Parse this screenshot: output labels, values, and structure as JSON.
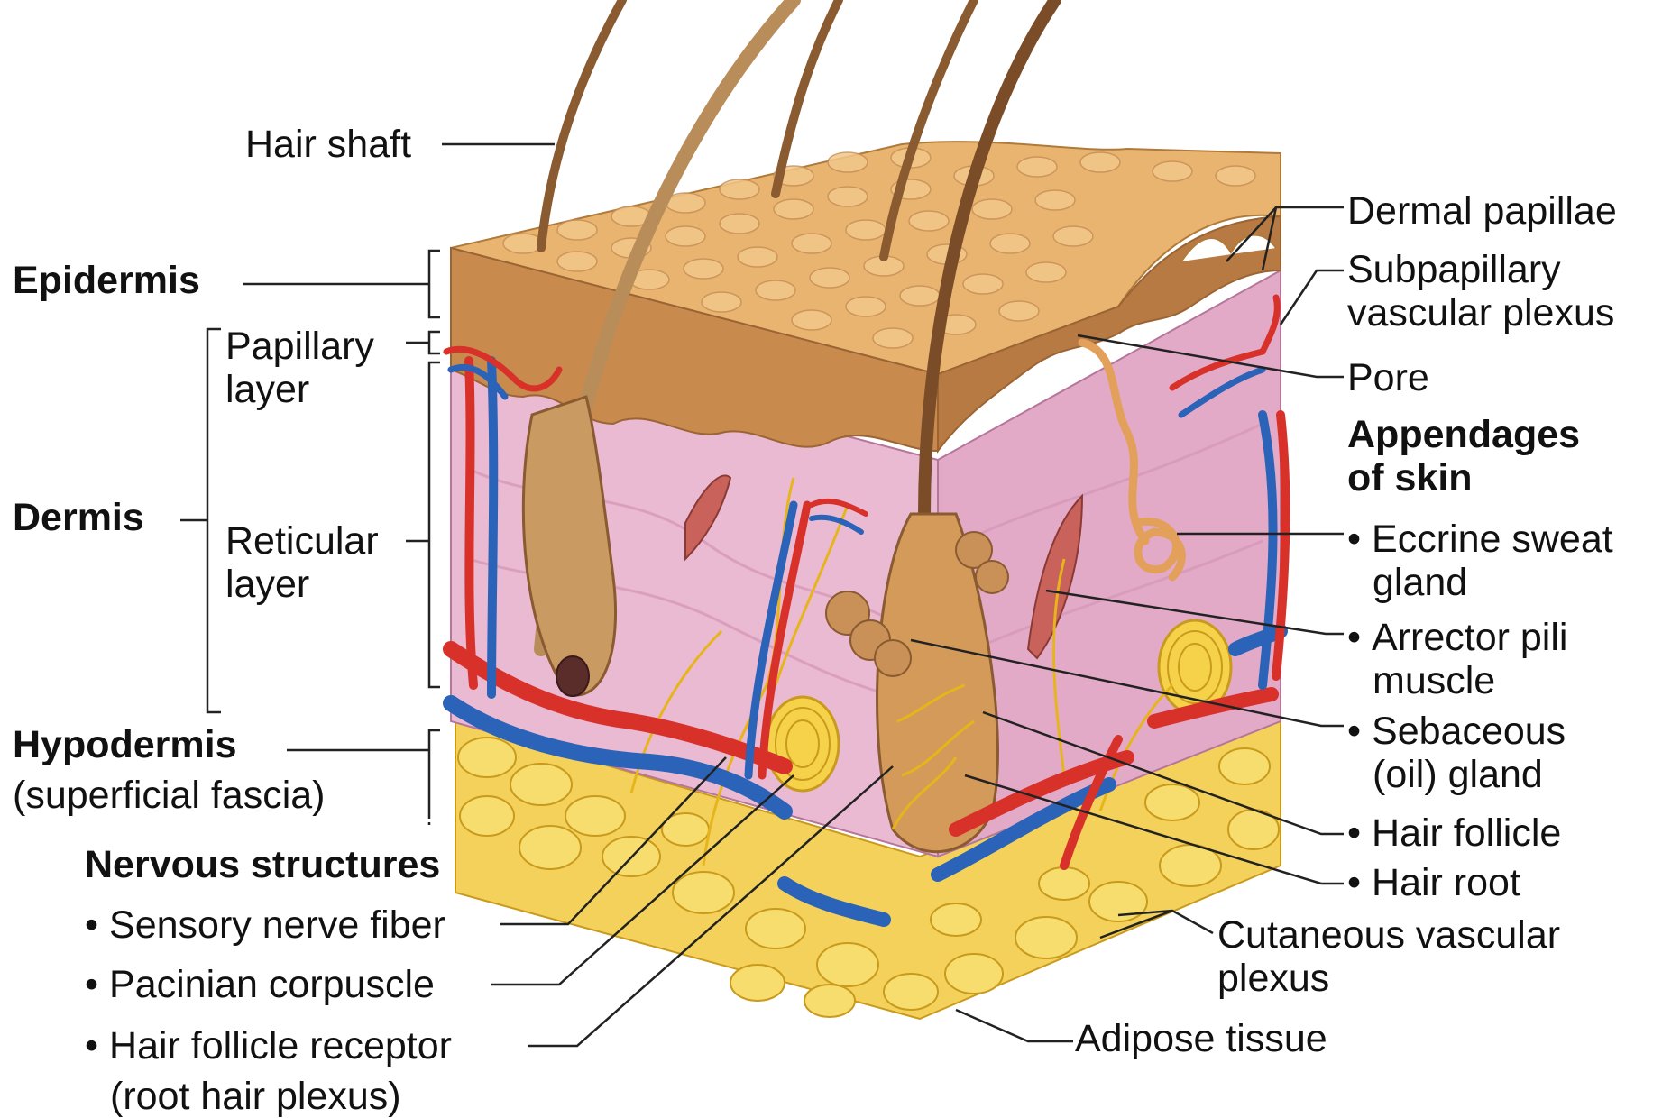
{
  "labels": {
    "hair_shaft": "Hair shaft",
    "epidermis": "Epidermis",
    "papillary": [
      "Papillary",
      "layer"
    ],
    "dermis": "Dermis",
    "reticular": [
      "Reticular",
      "layer"
    ],
    "hypodermis": "Hypodermis",
    "superficial_fascia": "(superficial fascia)",
    "nervous_heading": "Nervous structures",
    "sensory_nerve_fiber": "Sensory nerve fiber",
    "pacinian_corpuscle": "Pacinian corpuscle",
    "hair_follicle_receptor": "Hair follicle receptor",
    "root_hair_plexus": "(root hair plexus)",
    "dermal_papillae": "Dermal papillae",
    "subpapillary": [
      "Subpapillary",
      "vascular plexus"
    ],
    "pore": "Pore",
    "appendages_heading": [
      "Appendages",
      "of skin"
    ],
    "eccrine": [
      "Eccrine sweat",
      "gland"
    ],
    "arrector": [
      "Arrector pili",
      "muscle"
    ],
    "sebaceous": [
      "Sebaceous",
      "(oil) gland"
    ],
    "hair_follicle": "Hair follicle",
    "hair_root": "Hair root",
    "cutaneous": [
      "Cutaneous vascular",
      "plexus"
    ],
    "adipose": "Adipose tissue"
  },
  "colors": {
    "epidermis_top": "#e9b46f",
    "epidermis_side": "#c98a4e",
    "dermis": "#e7b6cf",
    "adipose": "#f2cf52",
    "artery": "#d8312a",
    "vein": "#2a63b8",
    "nerve": "#e6b51c",
    "hair": "#9a6b3c",
    "leader": "#222222"
  }
}
